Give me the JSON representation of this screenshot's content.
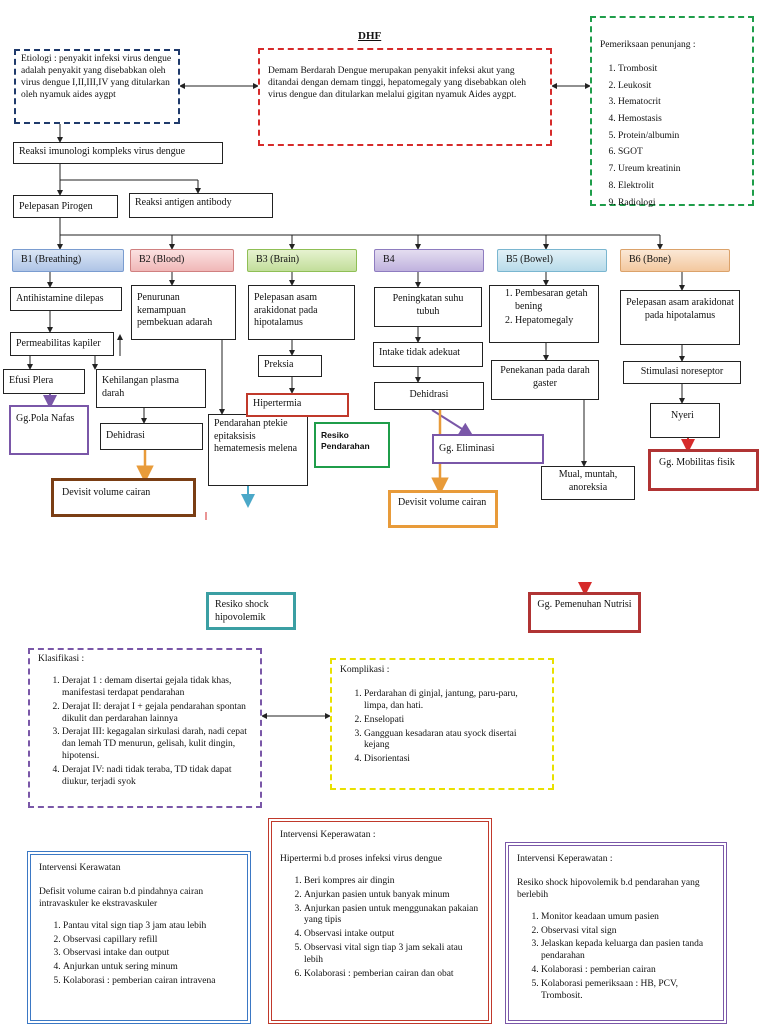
{
  "title": "DHF",
  "etiologi": "Etiologi : penyakit infeksi virus dengue adalah penyakit yang disebabkan oleh virus dengue I,II,III,IV yang ditularkan oleh nyamuk aides aygpt",
  "definisi": "Demam Berdarah Dengue merupakan penyakit infeksi akut yang ditandai dengan demam tinggi, hepatomegaly yang disebabkan oleh virus dengue dan ditularkan melalui gigitan nyamuk Aides aygpt.",
  "penunjang": {
    "title": "Pemeriksaan penunjang :",
    "items": [
      "Trombosit",
      "Leukosit",
      "Hematocrit",
      "Hemostasis",
      "Protein/albumin",
      "SGOT",
      "Ureum kreatinin",
      "Elektrolit",
      "Radiologi"
    ]
  },
  "flow": {
    "reaksi_imunologi": "Reaksi imunologi kompleks virus dengue",
    "pelepasan_pirogen": "Pelepasan Pirogen",
    "reaksi_antigen": "Reaksi antigen antibody"
  },
  "headers": {
    "b1": "B1 (Breathing)",
    "b2": "B2 (Blood)",
    "b3": "B3 (Brain)",
    "b4": "B4",
    "b5": "B5 (Bowel)",
    "b6": "B6 (Bone)"
  },
  "b1": {
    "antihistamine": "Antihistamine dilepas",
    "permeabilitas": "Permeabilitas kapiler",
    "efusi": "Efusi Plera",
    "pola_nafas": "Gg.Pola Nafas"
  },
  "b2": {
    "penurunan": "Penurunan kemampuan pembekuan adarah",
    "kehilangan": "Kehilangan plasma darah",
    "dehidrasi": "Dehidrasi",
    "pendarahan": "Pendarahan ptekie epitaksisis hematemesis melena",
    "resiko_pendarahan": "Resiko Pendarahan",
    "devisit": "Devisit volume cairan",
    "resiko_shock": "Resiko shock hipovolemik"
  },
  "b3": {
    "pelepasan_asam": "Pelepasan asam arakidonat pada hipotalamus",
    "preksia": "Preksia",
    "hipertermia": "Hipertermia"
  },
  "b4": {
    "peningkatan": "Peningkatan suhu tubuh",
    "intake": "Intake tidak adekuat",
    "dehidrasi": "Dehidrasi",
    "eliminasi": "Gg. Eliminasi",
    "devisit": "Devisit volume cairan"
  },
  "b5": {
    "items": [
      "Pembesaran getah bening",
      "Hepatomegaly"
    ],
    "penekanan": "Penekanan pada darah gaster",
    "mual": "Mual, muntah, anoreksia",
    "nutrisi": "Gg. Pemenuhan Nutrisi"
  },
  "b6": {
    "pelepasan_asam": "Pelepasan asam arakidonat pada hipotalamus",
    "stimulasi": "Stimulasi noreseptor",
    "nyeri": "Nyeri",
    "mobilitas": "Gg. Mobilitas fisik"
  },
  "klasifikasi": {
    "title": "Klasifikasi :",
    "items": [
      "Derajat 1 : demam disertai gejala tidak khas, manifestasi terdapat pendarahan",
      "Derajat II: derajat I + gejala pendarahan spontan dikulit dan perdarahan lainnya",
      "Derajat III: kegagalan sirkulasi darah, nadi cepat dan lemah TD menurun, gelisah, kulit dingin, hipotensi.",
      "Derajat IV: nadi tidak teraba, TD tidak dapat diukur, terjadi syok"
    ]
  },
  "komplikasi": {
    "title": "Komplikasi :",
    "items": [
      "Perdarahan di ginjal, jantung, paru-paru, limpa, dan hati.",
      "Enselopati",
      "Gangguan kesadaran atau syock disertai kejang",
      "Disorientasi"
    ]
  },
  "intervensi1": {
    "title": "Intervensi Kerawatan",
    "diagnosis": "Defisit volume cairan b.d pindahnya cairan intravaskuler ke ekstravaskuler",
    "items": [
      "Pantau vital sign tiap 3 jam atau lebih",
      "Observasi capillary refill",
      "Observasi intake dan output",
      "Anjurkan untuk sering minum",
      "Kolaborasi : pemberian cairan intravena"
    ]
  },
  "intervensi2": {
    "title": "Intervensi Keperawatan :",
    "diagnosis": "Hipertermi b.d proses infeksi virus dengue",
    "items": [
      "Beri kompres air dingin",
      "Anjurkan pasien untuk banyak minum",
      "Anjurkan pasien untuk menggunakan pakaian yang tipis",
      "Observasi intake output",
      "Observasi vital sign tiap 3 jam sekali atau lebih",
      "Kolaborasi : pemberian cairan dan obat"
    ]
  },
  "intervensi3": {
    "title": "Intervensi Keperawatan :",
    "diagnosis": "Resiko shock hipovolemik b.d pendarahan yang berlebih",
    "items": [
      "Monitor keadaan umum pasien",
      "Observasi vital sign",
      "Jelaskan kepada keluarga dan pasien tanda pendarahan",
      "Kolaborasi : pemberian cairan",
      "Kolaborasi pemeriksaan : HB, PCV, Trombosit."
    ]
  },
  "colors": {
    "navy": "#1f3a6b",
    "red": "#d62b2b",
    "green": "#1f9d4a",
    "purple": "#7a57a8",
    "yellow": "#e8e000",
    "blue": "#3b78c4",
    "orange": "#e89b3a",
    "brown": "#7a3e14",
    "maroon": "#b03434",
    "teal": "#4ba8c8"
  }
}
